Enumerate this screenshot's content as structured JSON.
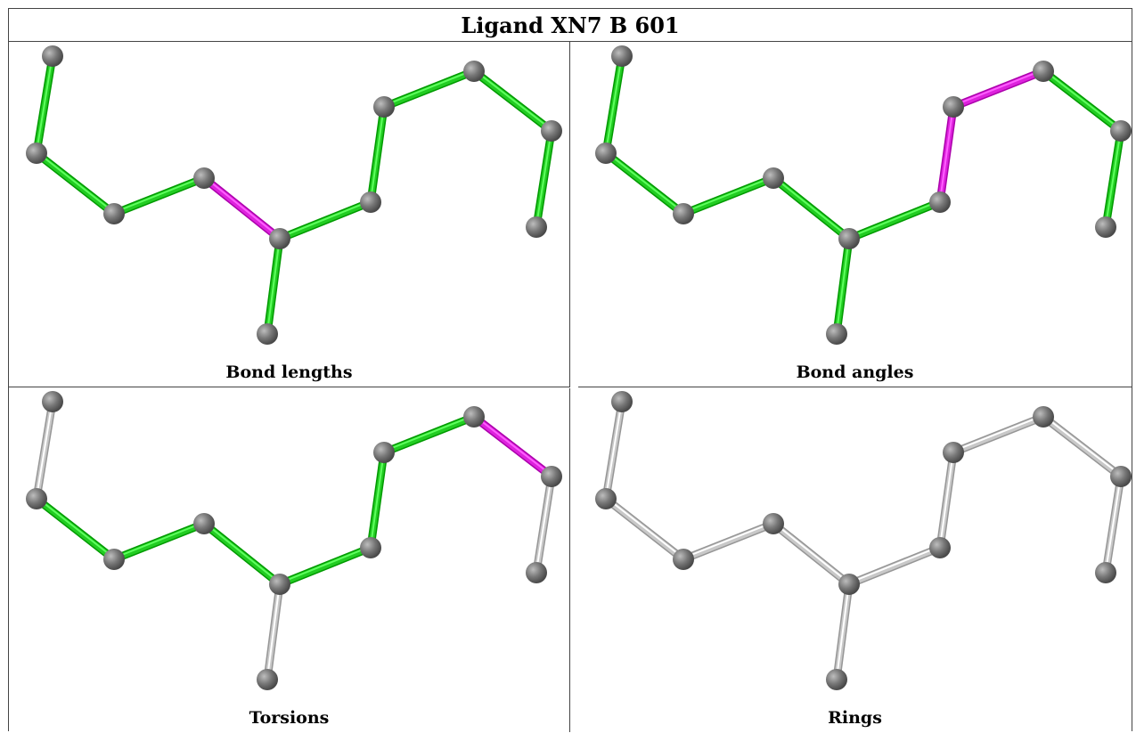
{
  "title": "Ligand XN7 B 601",
  "colors": {
    "ok": "#22cc22",
    "outlier": "#dd22dd",
    "inactive": "#c8c8c8",
    "atom": "#777777"
  },
  "panels": [
    {
      "id": "bond-lengths",
      "caption": "Bond lengths",
      "bond_colors": [
        "ok",
        "ok",
        "ok",
        "outlier",
        "ok",
        "ok",
        "ok",
        "ok",
        "ok",
        "ok",
        "ok"
      ]
    },
    {
      "id": "bond-angles",
      "caption": "Bond angles",
      "bond_colors": [
        "ok",
        "ok",
        "ok",
        "ok",
        "ok",
        "ok",
        "outlier",
        "outlier",
        "ok",
        "ok",
        "ok"
      ]
    },
    {
      "id": "torsions",
      "caption": "Torsions",
      "bond_colors": [
        "inactive",
        "ok",
        "ok",
        "ok",
        "inactive",
        "ok",
        "ok",
        "ok",
        "outlier",
        "inactive",
        "ok"
      ]
    },
    {
      "id": "rings",
      "caption": "Rings",
      "bond_colors": [
        "inactive",
        "inactive",
        "inactive",
        "inactive",
        "inactive",
        "inactive",
        "inactive",
        "inactive",
        "inactive",
        "inactive",
        "inactive"
      ]
    }
  ]
}
